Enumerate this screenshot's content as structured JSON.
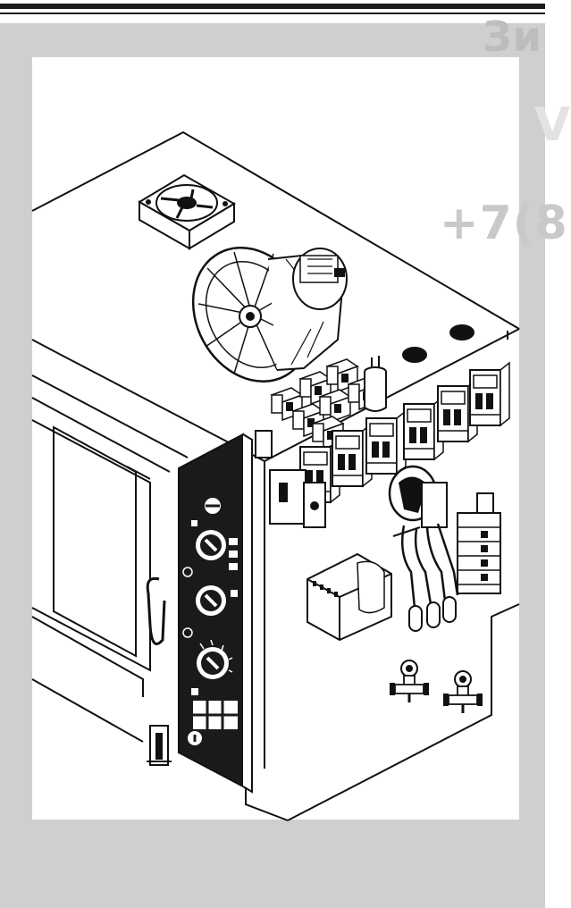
{
  "watermark": {
    "line1": "Зи",
    "line2": "+7(8",
    "line3": "V"
  },
  "colors": {
    "frame": "#cfcfcf",
    "panel": "#ffffff",
    "ink": "#111111",
    "control_panel": "#1a1a1a",
    "watermark": "#d4d4d4"
  },
  "diagram": {
    "components": [
      {
        "name": "cooling-fan",
        "icon": "axial-fan-icon"
      },
      {
        "name": "convection-fan-wheel",
        "icon": "radial-impeller-icon"
      },
      {
        "name": "fan-motor",
        "icon": "motor-icon"
      },
      {
        "name": "relay-group",
        "icon": "relay-icon"
      },
      {
        "name": "capacitor",
        "icon": "capacitor-icon"
      },
      {
        "name": "contactor-row",
        "icon": "contactor-icon"
      },
      {
        "name": "selector-switch",
        "icon": "rotary-switch-icon"
      },
      {
        "name": "terminal-block",
        "icon": "terminal-block-icon"
      },
      {
        "name": "transformer",
        "icon": "transformer-icon"
      },
      {
        "name": "solenoid-valves",
        "icon": "valve-icon"
      },
      {
        "name": "control-panel",
        "icon": "knob-panel-icon"
      },
      {
        "name": "door-handle",
        "icon": "handle-icon"
      },
      {
        "name": "door-hinge",
        "icon": "hinge-icon"
      }
    ]
  }
}
